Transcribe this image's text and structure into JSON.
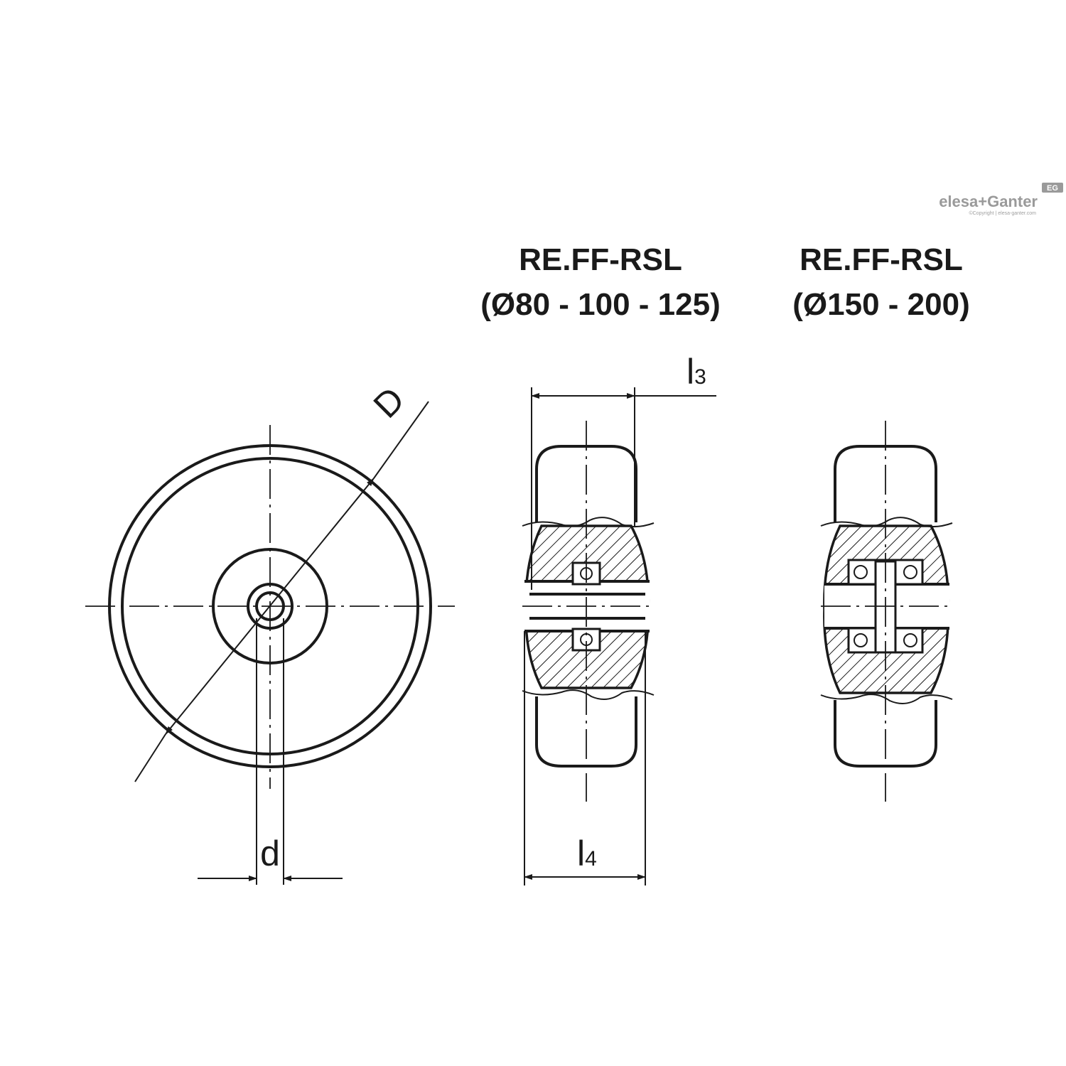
{
  "logo": {
    "brand": "elesa+Ganter",
    "badge": "EG",
    "copyright": "©Copyright | elesa-ganter.com"
  },
  "views": {
    "small_wheel": {
      "title_line1": "RE.FF-RSL",
      "title_line2": "(Ø80 - 100 - 125)"
    },
    "large_wheel": {
      "title_line1": "RE.FF-RSL",
      "title_line2": "(Ø150 - 200)"
    }
  },
  "dimensions": {
    "outer_diameter": "D",
    "bore_diameter": "d",
    "hub_width": {
      "base": "l",
      "sub": "3"
    },
    "wheel_width": {
      "base": "l",
      "sub": "4"
    }
  },
  "colors": {
    "line": "#1a1a1a",
    "logo": "#9a9a9a"
  }
}
